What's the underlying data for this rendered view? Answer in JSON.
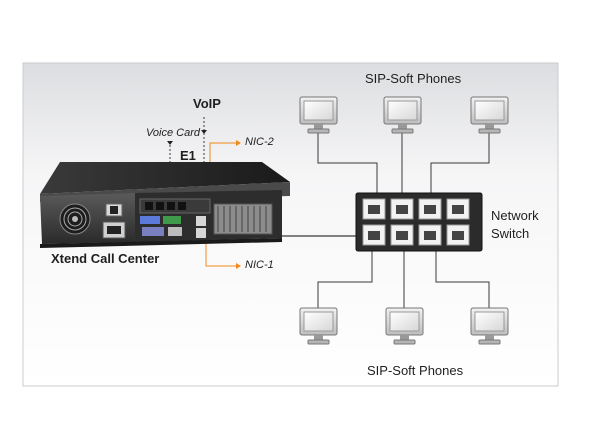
{
  "labels": {
    "phones_top": "SIP-Soft Phones",
    "phones_bottom": "SIP-Soft Phones",
    "voip": "VoIP",
    "voice_card": "Voice Card",
    "e1": "E1",
    "nic2": "NIC-2",
    "nic1": "NIC-1",
    "switch_line1": "Network",
    "switch_line2": "Switch",
    "server": "Xtend Call Center"
  },
  "colors": {
    "frame_border": "#c9ccd0",
    "frame_bg_top": "#e9eaec",
    "line": "#3a3a3a",
    "orange_arrow": "#f08a1c",
    "switch_body": "#2b2b2b"
  }
}
